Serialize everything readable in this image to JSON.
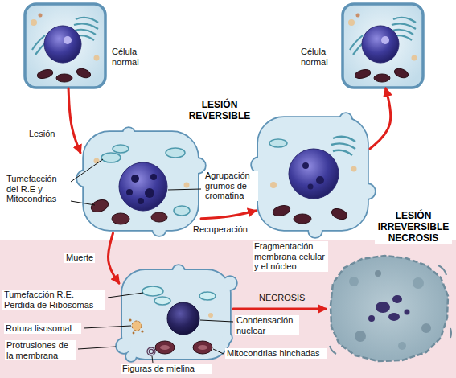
{
  "diagram": {
    "nodes": [
      {
        "text": [
          "Célula normal"
        ]
      },
      {
        "text": [
          "Célula normal"
        ]
      },
      {
        "text": [
          "Tumefacción del R.E y Mitocondrias",
          "Agrupación grumos de cromatina"
        ]
      },
      {
        "text": [
          "LESIÓN REVERSIBLE"
        ]
      },
      {
        "text": [
          "Tumefacción R.E. Perdida de Ribosomas",
          "Rotura lisosomal",
          "Protrusiones de la membrana",
          "Figuras de mielina",
          "Condensación nuclear",
          "Mitocondrias hinchadas"
        ]
      },
      {
        "text": [
          "LESIÓN IRREVERSIBLE NECROSIS",
          "Fragmentación membrana celular y el núcleo"
        ]
      }
    ],
    "edges": [
      {
        "from": 0,
        "to": 2,
        "arrow": "to",
        "label": "Lesión"
      },
      {
        "from": 2,
        "to": 3,
        "arrow": "to",
        "label": "Recuperación"
      },
      {
        "from": 3,
        "to": 1,
        "arrow": "to"
      },
      {
        "from": 2,
        "to": 4,
        "arrow": "to",
        "label": "Muerte"
      },
      {
        "from": 4,
        "to": 5,
        "arrow": "to",
        "label": "NECROSIS"
      }
    ]
  }
}
